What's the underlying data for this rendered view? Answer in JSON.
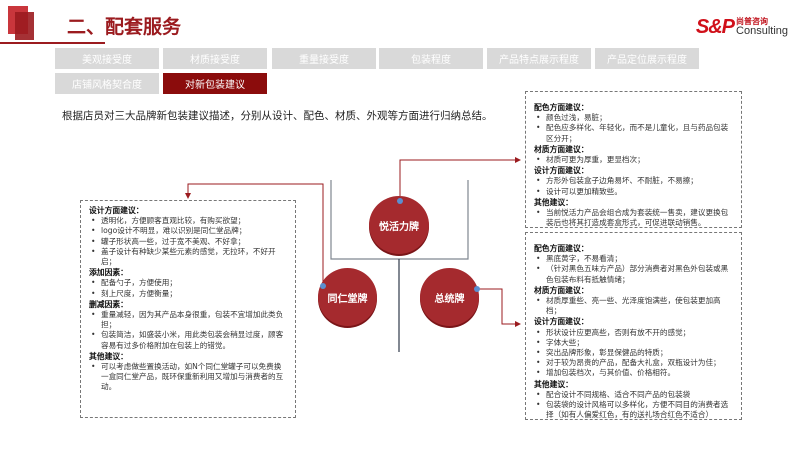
{
  "header": {
    "title": "二、配套服务",
    "logo_mark": "S&P",
    "logo_cn": "尚普咨询",
    "logo_en": "Consulting"
  },
  "tabs": [
    {
      "label": "美观接受度",
      "active": false
    },
    {
      "label": "材质接受度",
      "active": false
    },
    {
      "label": "重量接受度",
      "active": false
    },
    {
      "label": "包装程度",
      "active": false
    },
    {
      "label": "产品特点展示程度",
      "active": false
    },
    {
      "label": "产品定位展示程度",
      "active": false
    },
    {
      "label": "店铺风格契合度",
      "active": false
    },
    {
      "label": "对新包装建议",
      "active": true
    }
  ],
  "intro": "根据店员对三大品牌新包装建议描述，分别从设计、配色、材质、外观等方面进行归纳总结。",
  "brands": {
    "yuehuoli": "悦活力牌",
    "tongrentang": "同仁堂牌",
    "zongtong": "总统牌"
  },
  "boxes": {
    "tongrentang": [
      {
        "heading": "设计方面建议：",
        "items": [
          "透明化，方便顾客直观比较，有购买欲望；",
          "logo设计不明显，难以识别是同仁堂品牌；",
          "罐子形状高一些，过于宽不美观、不好拿；",
          "盖子设计有种缺少某些元素的感觉，无拉环，不好开启；"
        ]
      },
      {
        "heading": "添加因素：",
        "items": [
          "配备勺子，方便使用；",
          "刻上尺度，方便衡量；"
        ]
      },
      {
        "heading": "删减因素：",
        "items": [
          "重量减轻，因为其产品本身很重，包装不宜增加此类负担；",
          "包装简洁，如盛装小米，用此类包装会稍显过度，顾客容易有过多价格附加在包装上的错觉。"
        ]
      },
      {
        "heading": "其他建议：",
        "items": [
          "可以考虑做些置换活动，如N个同仁堂罐子可以免费换一盒同仁堂产品，既环保重新利用又增加与消费者的互动。"
        ]
      }
    ],
    "yuehuoli": [
      {
        "heading": "配色方面建议：",
        "items": [
          "颜色过浅，易脏；",
          "配色应多样化、年轻化，而不是儿童化，且与药品包装区分开；"
        ]
      },
      {
        "heading": "材质方面建议：",
        "items": [
          "材质可更为厚重，更显档次；"
        ]
      },
      {
        "heading": "设计方面建议：",
        "items": [
          "方形外包装盒子边角易坏、不耐脏，不易擦；",
          "设计可以更加精致些。"
        ]
      },
      {
        "heading": "其他建议：",
        "items": [
          "当前悦活力产品会组合成为套装统一售卖，建议更换包装后也将其打造成套盒形式，可促进联动销售。"
        ]
      }
    ],
    "zongtong": [
      {
        "heading": "配色方面建议：",
        "items": [
          "黑底黄字，不易看清；",
          "（针对黑色五味方产品）部分消费者对黑色外包装或黑色包装布料有抵触情绪；"
        ]
      },
      {
        "heading": "材质方面建议：",
        "items": [
          "材质厚重些、亮一些、光泽度饱满些，使包装更加高档；"
        ]
      },
      {
        "heading": "设计方面建议：",
        "items": [
          "形状设计应更高些，否则有放不开的感觉；",
          "字体大些；",
          "突出品牌形象，彰显保健品的特质；",
          "对于较为昂贵的产品，配备大礼盒，双瓶设计为佳；",
          "增加包装档次，与其价值、价格相符。"
        ]
      },
      {
        "heading": "其他建议：",
        "items": [
          "配合设计不同规格、适合不同产品的包装袋",
          "包装袋的设计风格可以多样化，方便不同目的消费者选择（如有人偏爱红色，有的送礼场合红色不适合）"
        ]
      }
    ]
  },
  "colors": {
    "accent": "#9b1b1f",
    "tab_inactive": "#d9d9d9",
    "tab_active": "#8b0c0c",
    "circle": "#a52a2e"
  }
}
